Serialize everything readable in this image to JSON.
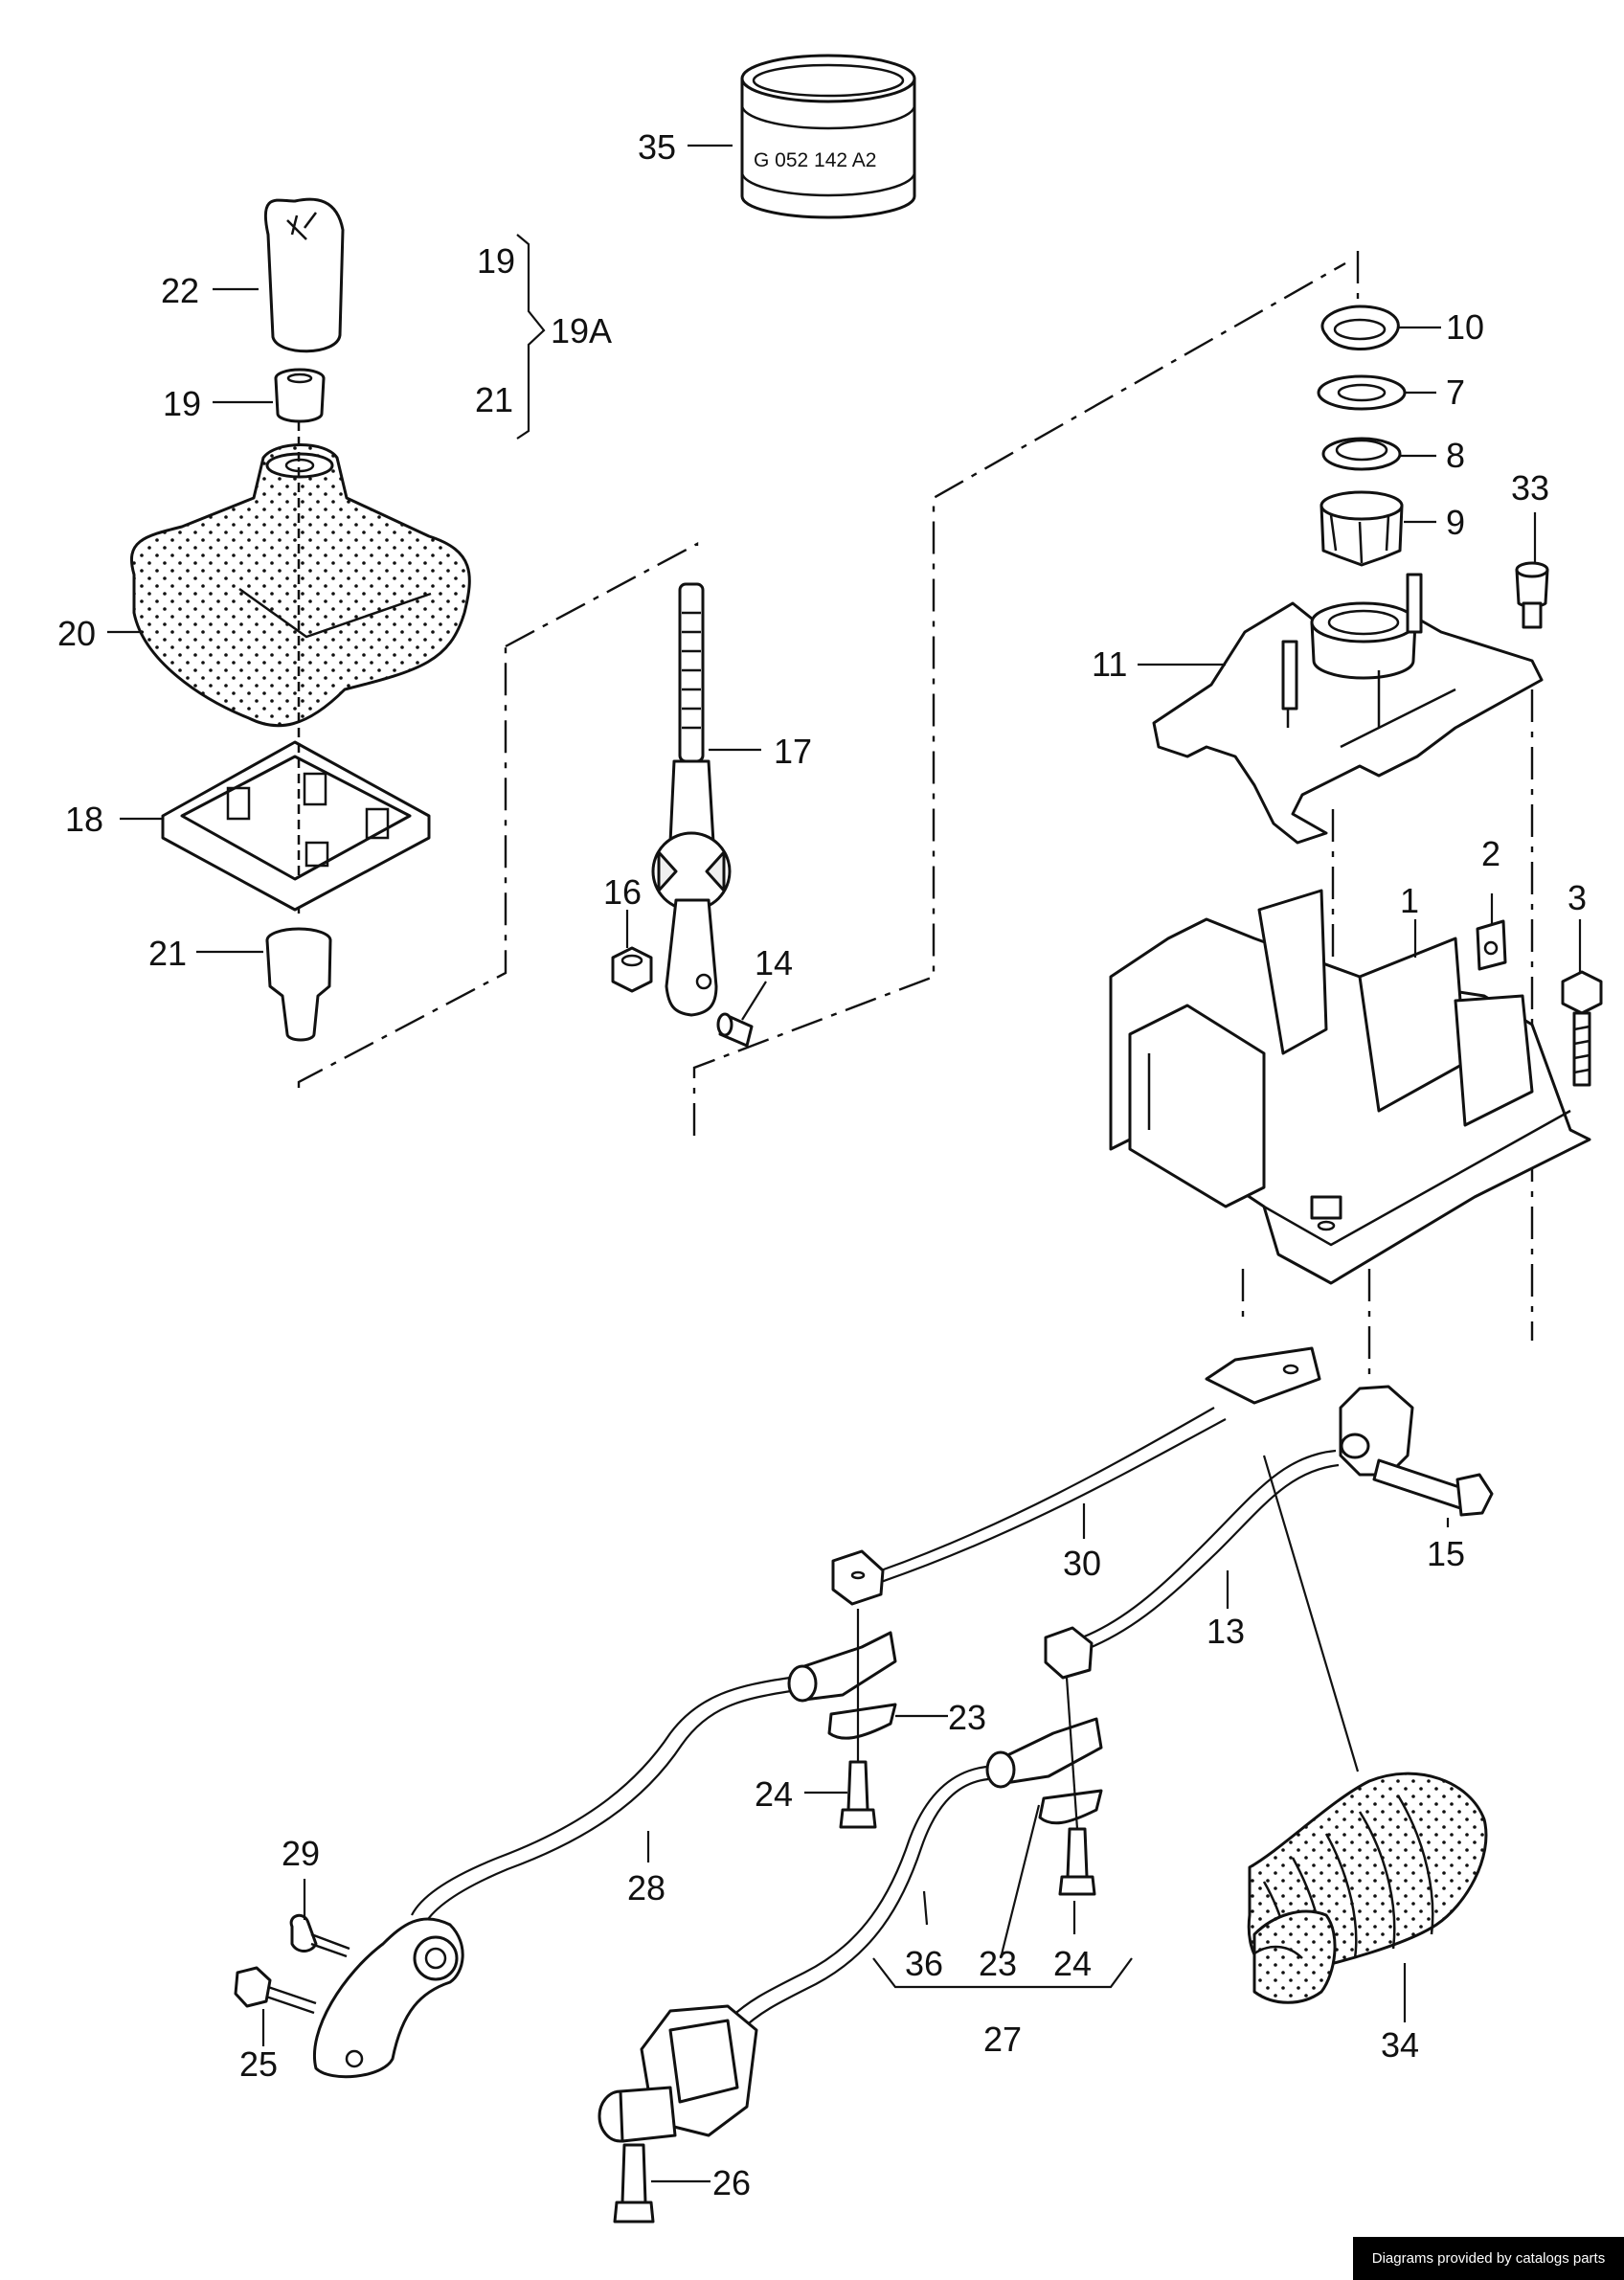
{
  "callouts": {
    "c1": "1",
    "c2": "2",
    "c3": "3",
    "c7": "7",
    "c8": "8",
    "c9": "9",
    "c10": "10",
    "c11": "11",
    "c13": "13",
    "c14": "14",
    "c15": "15",
    "c16": "16",
    "c17": "17",
    "c18": "18",
    "c19a": "19",
    "c19b": "19",
    "c19A": "19A",
    "c20": "20",
    "c21a": "21",
    "c21b": "21",
    "c22": "22",
    "c23a": "23",
    "c23b": "23",
    "c24a": "24",
    "c24b": "24",
    "c25": "25",
    "c26": "26",
    "c27": "27",
    "c28": "28",
    "c29": "29",
    "c30": "30",
    "c33": "33",
    "c34": "34",
    "c35": "35",
    "c36": "36"
  },
  "part35_label": "G 052 142 A2",
  "footer": "Diagrams provided by catalogs parts"
}
